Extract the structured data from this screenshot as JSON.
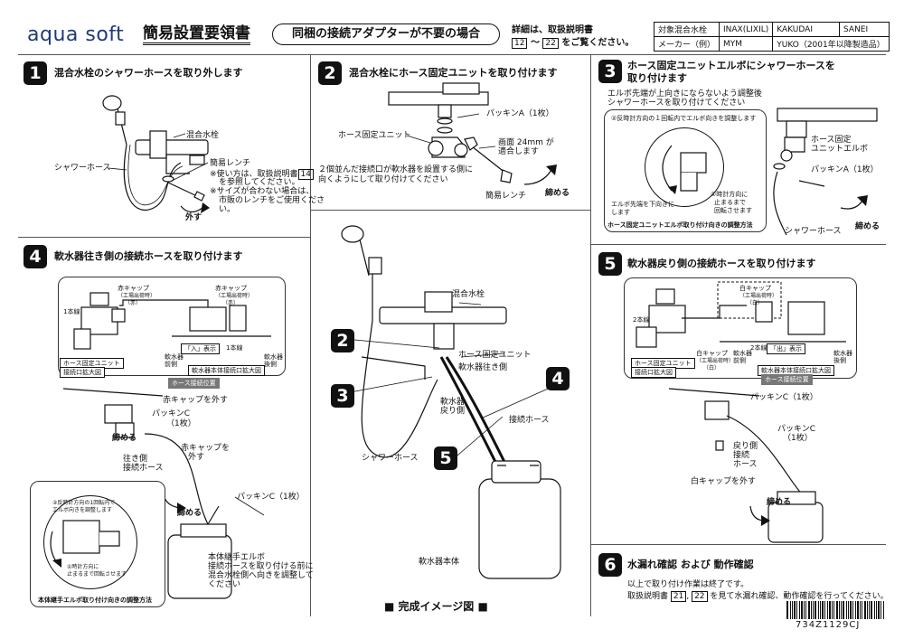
{
  "header": {
    "brand": "aqua soft",
    "title": "簡易設置要領書",
    "pill": "同梱の接続アダプターが不要の場合",
    "detail_line1": "詳細は、取扱説明書",
    "detail_ref_a": "12",
    "detail_sep": "〜",
    "detail_ref_b": "22",
    "detail_suffix": "をご覧ください。",
    "compat": {
      "row1": [
        "対象混合水栓",
        "INAX(LIXIL)",
        "KAKUDAI",
        "SANEI"
      ],
      "row2": [
        "メーカー（例）",
        "MYM",
        "YUKO（2001年以降製造品）"
      ]
    }
  },
  "step1": {
    "num": "1",
    "title": "混合水栓のシャワーホースを取り外します",
    "faucet": "混合水栓",
    "shower_hose": "シャワーホース",
    "wrench": "簡易レンチ",
    "note1": "※使い方は、取扱説明書",
    "note1_ref": "14",
    "note1b": "を参照してください。",
    "note2": "※サイズが合わない場合は、",
    "note2b": "市販のレンチをご使用くださ",
    "note2c": "い。",
    "remove": "外す"
  },
  "step2": {
    "num": "2",
    "title": "混合水栓にホース固定ユニットを取り付けます",
    "packing": "パッキンA（1枚）",
    "unit": "ホース固定ユニット",
    "across": "画面 24mm が",
    "across2": "適合します",
    "note1": "２個並んだ接続口が軟水器を設置する側に",
    "note2": "向くようにして取り付けてください",
    "wrench": "簡易レンチ",
    "tighten": "締める"
  },
  "step3": {
    "num": "3",
    "title1": "ホース固定ユニットエルボにシャワーホースを",
    "title2": "取り付けます",
    "note1": "エルボ先端が上向きにならないよう調整後",
    "note2": "シャワーホースを取り付けてください",
    "inset1": "②反時計方向の１回転内でエルボ向きを調整します",
    "inset2": "エルボ先端を下向きに",
    "inset2b": "します",
    "inset3": "①時計方向に",
    "inset3b": "止まるまで",
    "inset3c": "回転させます",
    "inset_caption": "ホース固定ユニットエルボ取り付け向きの調整方法",
    "unit": "ホース固定",
    "unit2": "ユニットエルボ",
    "packing": "パッキンA（1枚）",
    "shower_hose": "シャワーホース",
    "tighten": "締める"
  },
  "step4": {
    "num": "4",
    "title": "軟水器往き側の接続ホースを取り付けます",
    "red_cap1": "赤キャップ",
    "red_cap1b": "（工場出荷時）",
    "red_cap1c": "（赤）",
    "red_cap2": "赤キャップ",
    "red_cap2b": "（工場出荷時）",
    "red_cap2c": "（赤）",
    "one_line_a": "1本線",
    "one_line_b": "1本線",
    "in_mark": "「入」表示",
    "front": "軟水器",
    "front2": "前側",
    "rear": "軟水器",
    "rear2": "後側",
    "unit_zoom": "ホース固定ユニット",
    "unit_zoom2": "接続口拡大図",
    "body_zoom": "軟水器本体接続口拡大図",
    "hose_pos": "ホース接続位置",
    "remove_red": "赤キャップを外す",
    "packing": "パッキンC",
    "packing2": "（1枚）",
    "tighten": "締める",
    "out_hose": "往き側",
    "out_hose2": "接続ホース",
    "remove_red2": "赤キャップを",
    "remove_red2b": "外す",
    "packing_b": "パッキンC（1枚）",
    "tighten2": "締める",
    "note1": "本体継手エルボ",
    "note2": "接続ホースを取り付ける前に",
    "note3": "混合水栓側へ向きを調整して",
    "note4": "ください",
    "inset1": "②反時計方向の1回転内で",
    "inset1b": "エルボ向きを調整します",
    "inset2": "①時計方向に",
    "inset2b": "止まるまで回転させます",
    "inset_caption": "本体継手エルボ取り付け向きの調整方法"
  },
  "preview": {
    "faucet": "混合水栓",
    "unit": "ホース固定ユニット",
    "out_side": "軟水器往き側",
    "return_side": "軟水器",
    "return_side2": "戻り側",
    "connect_hose": "接続ホース",
    "shower_hose": "シャワーホース",
    "body": "軟水器本体",
    "n2": "2",
    "n3": "3",
    "n4": "4",
    "n5": "5",
    "label": "■ 完成イメージ図 ■"
  },
  "step5": {
    "num": "5",
    "title": "軟水器戻り側の接続ホースを取り付けます",
    "white_cap": "白キャップ",
    "white_cap_b": "（工場出荷時）",
    "white_cap_c": "（白）",
    "two_line_a": "2本線",
    "two_line_b": "2本線",
    "white_cap2": "白キャップ",
    "white_cap2b": "（工場出荷時）",
    "white_cap2c": "（白）",
    "front": "軟水器",
    "front2": "前側",
    "out_mark": "「出」表示",
    "rear": "軟水器",
    "rear2": "後側",
    "unit_zoom": "ホース固定ユニット",
    "unit_zoom2": "接続口拡大図",
    "body_zoom": "軟水器本体接続口拡大図",
    "hose_pos": "ホース接続位置",
    "packing": "パッキンC（1枚）",
    "packing2": "パッキンC",
    "packing2b": "（1枚）",
    "return_hose": "戻り側",
    "return_hose2": "接続",
    "return_hose3": "ホース",
    "remove_white": "白キャップを外す",
    "tighten": "締める"
  },
  "step6": {
    "num": "6",
    "title": "水漏れ確認 および 動作確認",
    "line1": "以上で取り付け作業は終了です。",
    "line2a": "取扱説明書",
    "ref_a": "21",
    "ref_b": "22",
    "line2b": "を見て水漏れ確認、動作確認を行ってください。"
  },
  "barcode": "734Z1129CJ"
}
